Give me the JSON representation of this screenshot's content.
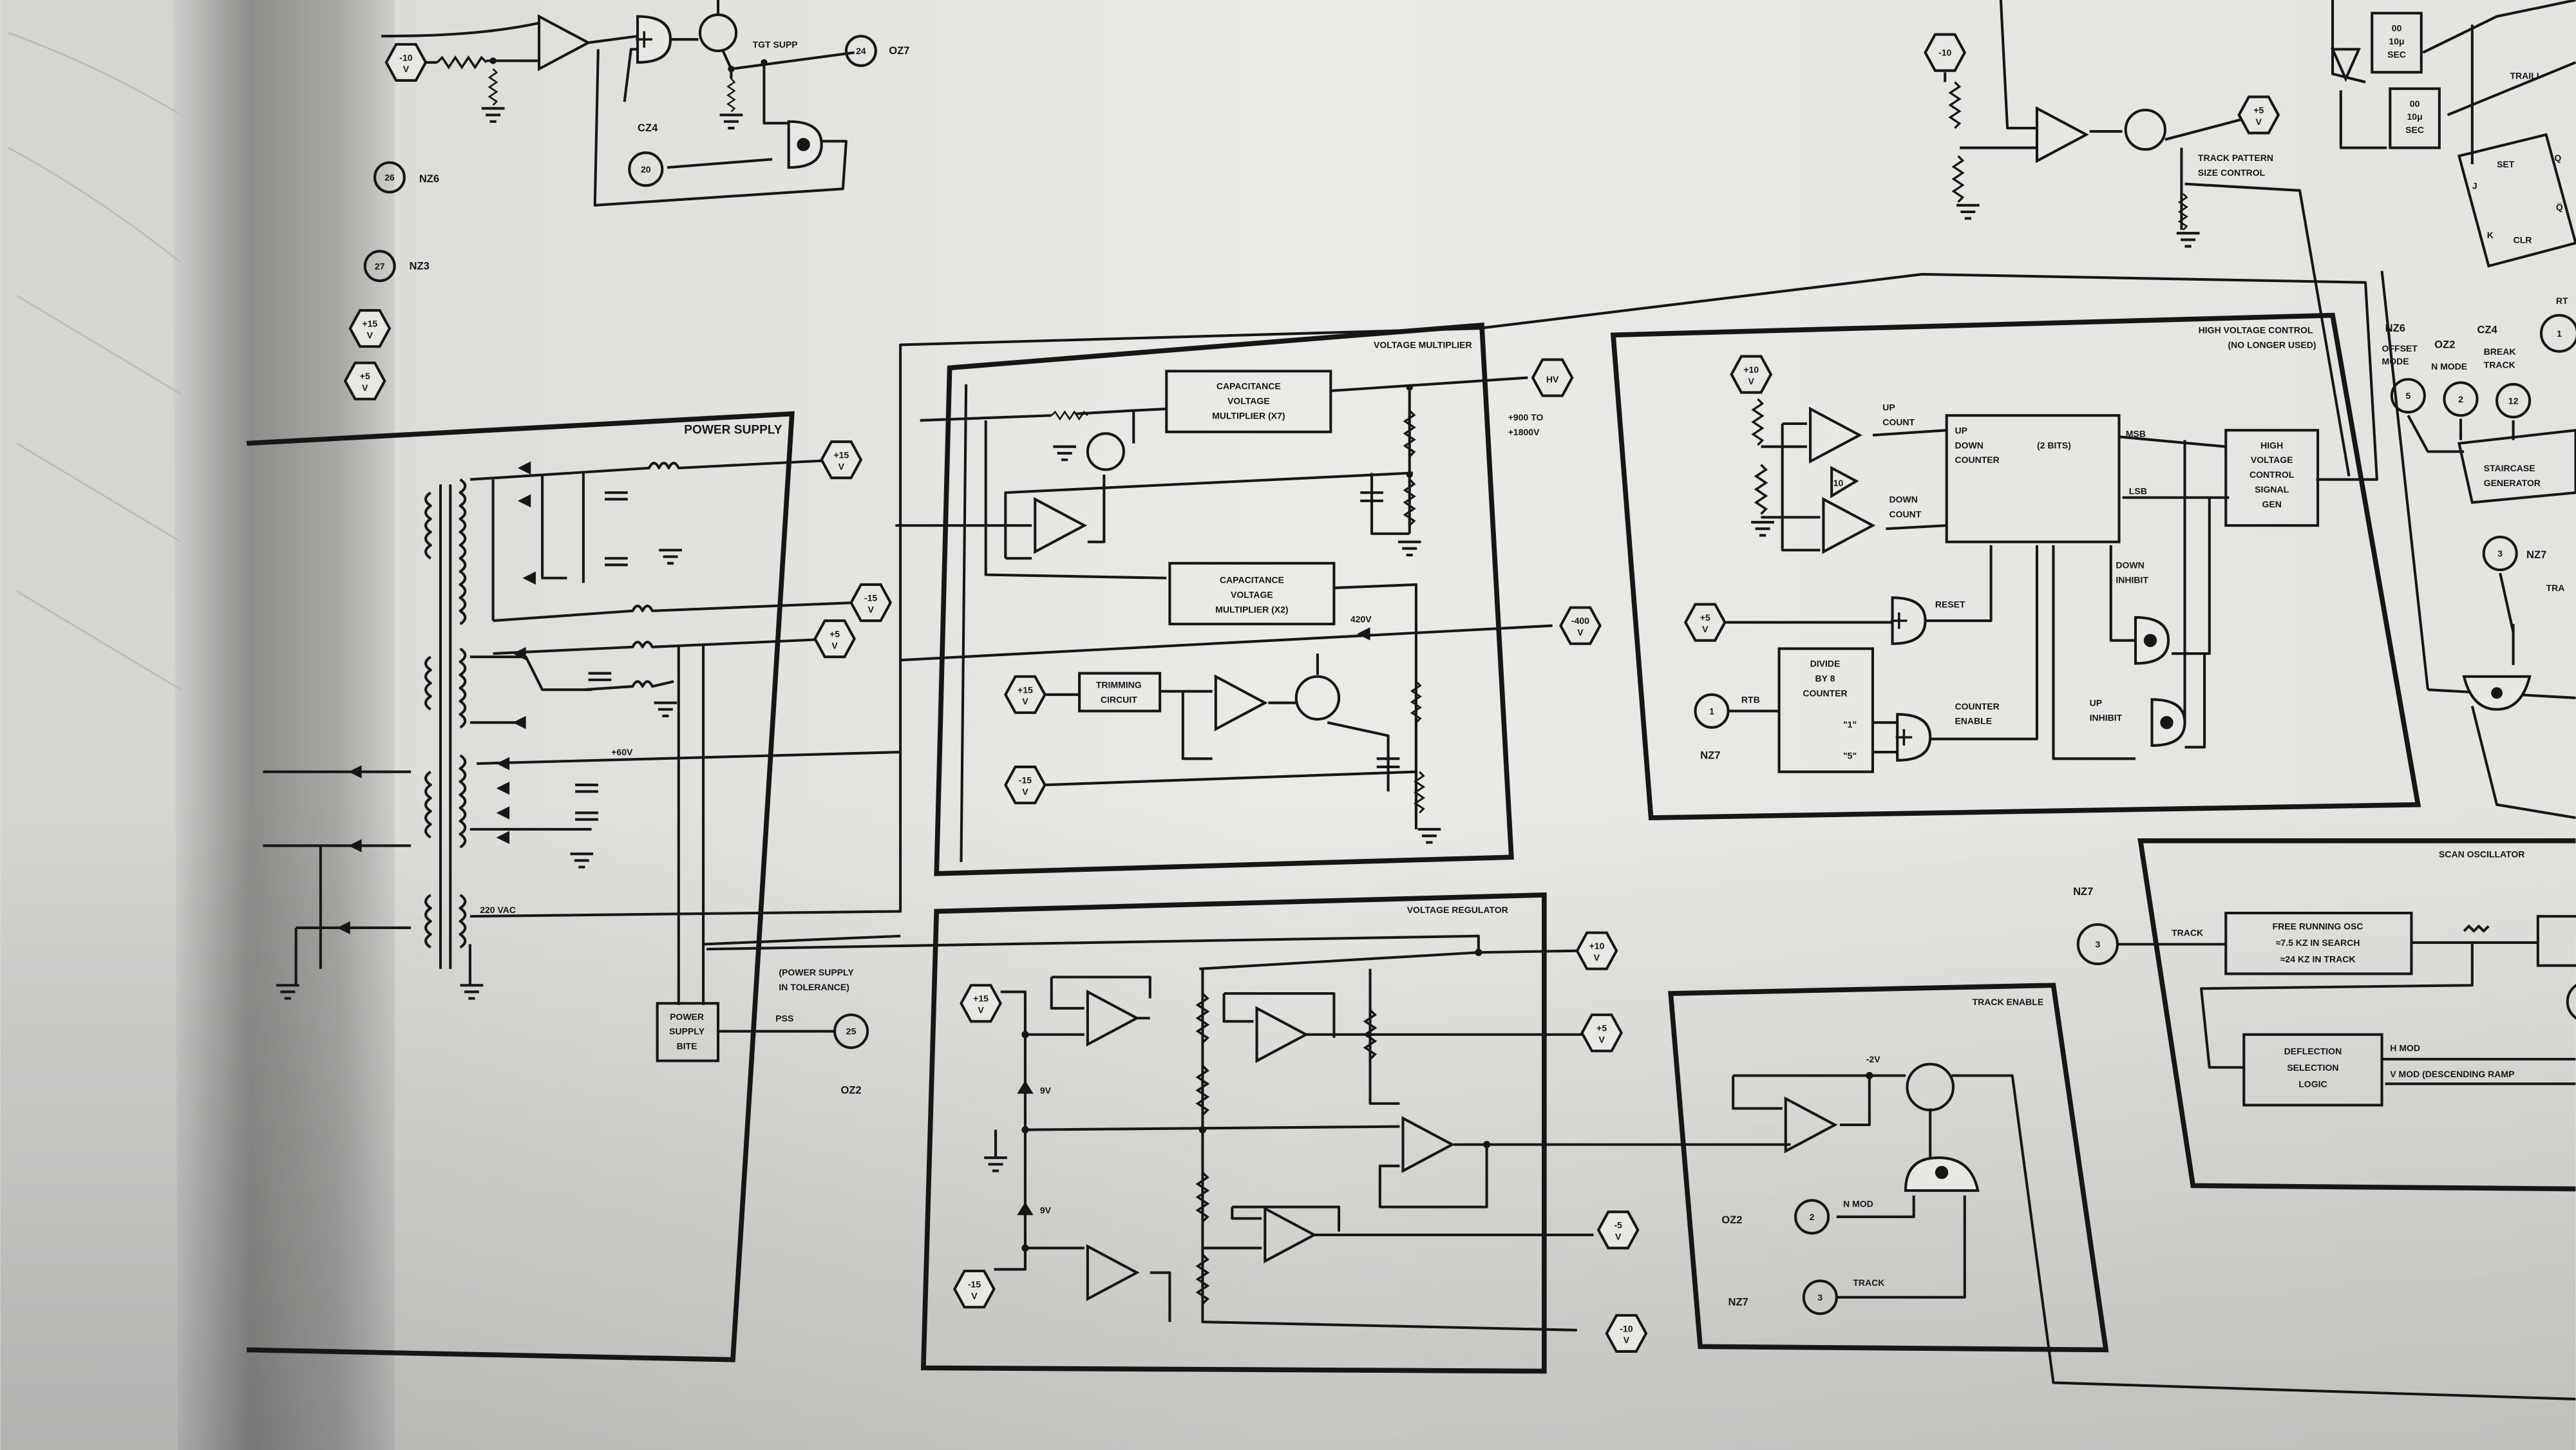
{
  "top_left": {
    "hex_minus10": {
      "value": "-10",
      "unit": "V"
    },
    "tgt_supp": "TGT SUPP",
    "pin_24": "24",
    "pin_24_ref": "OZ7",
    "pin_20": "20",
    "pin_20_ref": "CZ4",
    "pin_26": "26",
    "pin_26_ref": "NZ6",
    "pin_27": "27",
    "pin_27_ref": "NZ3",
    "hex_plus15": {
      "value": "+15",
      "unit": "V"
    },
    "hex_plus5": {
      "value": "+5",
      "unit": "V"
    }
  },
  "power_supply": {
    "title": "POWER SUPPLY",
    "v60": "+60V",
    "vac": "220 VAC",
    "out_plus15": {
      "value": "+15",
      "unit": "V"
    },
    "out_minus15": {
      "value": "-15",
      "unit": "V"
    },
    "out_plus5": {
      "value": "+5",
      "unit": "V"
    },
    "bite": [
      "POWER",
      "SUPPLY",
      "BITE"
    ],
    "tolerance": [
      "(POWER SUPPLY",
      "IN TOLERANCE)"
    ],
    "pss": "PSS",
    "pin_25": "25",
    "pin_25_ref": "OZ2"
  },
  "voltage_multiplier": {
    "title": "VOLTAGE MULTIPLIER",
    "x7": [
      "CAPACITANCE",
      "VOLTAGE",
      "MULTIPLIER (X7)"
    ],
    "x2": [
      "CAPACITANCE",
      "VOLTAGE",
      "MULTIPLIER (X2)"
    ],
    "v420": "420V",
    "trimming": [
      "TRIMMING",
      "CIRCUIT"
    ],
    "hex_plus15": {
      "value": "+15",
      "unit": "V"
    },
    "hex_minus15": {
      "value": "-15",
      "unit": "V"
    },
    "hv": "HV",
    "hv_range": [
      "+900 TO",
      "+1800V"
    ],
    "out_minus400": {
      "value": "-400",
      "unit": "V"
    }
  },
  "high_voltage_control": {
    "title": "HIGH VOLTAGE CONTROL",
    "subtitle": "(NO LONGER USED)",
    "hex_plus10": {
      "value": "+10",
      "unit": "V"
    },
    "up_count": [
      "UP",
      "COUNT"
    ],
    "down_count": [
      "DOWN",
      "COUNT"
    ],
    "ten": "10",
    "counter": [
      "UP",
      "DOWN",
      "COUNTER"
    ],
    "bits": "(2 BITS)",
    "msb": "MSB",
    "lsb": "LSB",
    "signal_gen": [
      "HIGH",
      "VOLTAGE",
      "CONTROL",
      "SIGNAL",
      "GEN"
    ],
    "down_inhibit": [
      "DOWN",
      "INHIBIT"
    ],
    "up_inhibit": [
      "UP",
      "INHIBIT"
    ],
    "reset": "RESET",
    "hex_plus5": {
      "value": "+5",
      "unit": "V"
    },
    "divide": [
      "DIVIDE",
      "BY 8",
      "COUNTER"
    ],
    "out1": "\"1\"",
    "out5": "\"5\"",
    "counter_enable": [
      "COUNTER",
      "ENABLE"
    ],
    "rtb": "RTB",
    "pin_1": "1",
    "pin_1_ref": "NZ7"
  },
  "voltage_regulator": {
    "title": "VOLTAGE REGULATOR",
    "in_plus15": {
      "value": "+15",
      "unit": "V"
    },
    "in_minus15": {
      "value": "-15",
      "unit": "V"
    },
    "zener_top": "9V",
    "zener_bottom": "9V",
    "out_plus10": {
      "value": "+10",
      "unit": "V"
    },
    "out_plus5": {
      "value": "+5",
      "unit": "V"
    },
    "out_minus5": {
      "value": "-5",
      "unit": "V"
    },
    "out_minus10": {
      "value": "-10",
      "unit": "V"
    }
  },
  "track_enable": {
    "title": "TRACK ENABLE",
    "minus2v": "-2V",
    "n_mod": "N MOD",
    "track": "TRACK",
    "pin_2": "2",
    "pin_2_ref": "OZ2",
    "pin_3": "3",
    "pin_3_ref": "NZ7"
  },
  "scan_oscillator": {
    "title": "SCAN OSCILLATOR",
    "track": "TRACK",
    "pin_3": "3",
    "pin_3_ref": "NZ7",
    "osc": [
      "FREE RUNNING OSC",
      "≈7.5 KZ   IN SEARCH",
      "≈24 KZ   IN TRACK"
    ],
    "deflection": [
      "DEFLECTION",
      "SELECTION",
      "LOGIC"
    ],
    "h_mod": "H MOD",
    "v_mod": "V MOD (DESCENDING RAMP"
  },
  "top_right": {
    "hex_minus10": {
      "value": "-10"
    },
    "hex_plus5": {
      "value": "+5",
      "unit": "V"
    },
    "track_pattern": [
      "TRACK PATTERN",
      "SIZE CONTROL"
    ],
    "oneshot_1": [
      "00",
      "10μ",
      "SEC"
    ],
    "oneshot_2": [
      "00",
      "10μ",
      "SEC"
    ],
    "trailing": "TRAILI",
    "ff": {
      "set": "SET",
      "q": "Q",
      "j": "J",
      "k": "K",
      "clr": "CLR",
      "qbar": "Q̅"
    },
    "rt": "RT"
  },
  "right_column": {
    "offset_mode": {
      "ref": "NZ6",
      "label": [
        "OFFSET",
        "MODE"
      ],
      "pin": "5"
    },
    "n_mode": {
      "ref": "OZ2",
      "label": [
        "N MODE"
      ],
      "pin": "2"
    },
    "break_track": {
      "ref": "CZ4",
      "label": [
        "BREAK",
        "TRACK"
      ],
      "pin": "12"
    },
    "pin_1": "1",
    "staircase": [
      "STAIRCASE",
      "GENERATOR"
    ],
    "pin_3": "3",
    "pin_3_ref": "NZ7",
    "tra": "TRA"
  }
}
